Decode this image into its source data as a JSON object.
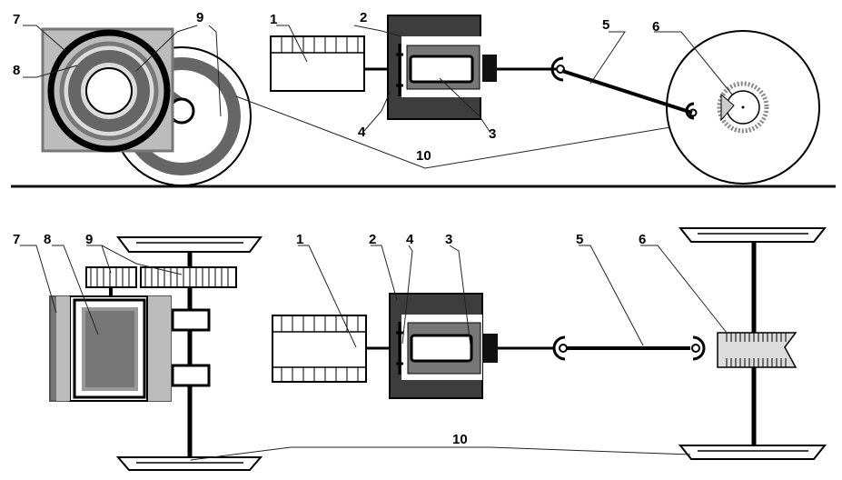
{
  "top_view": {
    "callouts": [
      "1",
      "2",
      "3",
      "4",
      "5",
      "6",
      "7",
      "8",
      "9",
      "10"
    ]
  },
  "bottom_view": {
    "callouts": [
      "1",
      "2",
      "3",
      "4",
      "5",
      "6",
      "7",
      "8",
      "9",
      "10"
    ]
  },
  "colors": {
    "line": "#000000",
    "dark_fill": "#3d3d3d",
    "mid_fill": "#777777",
    "light_fill": "#b9b9b9",
    "pale_fill": "#dcdcdc",
    "ground": "#111111"
  }
}
